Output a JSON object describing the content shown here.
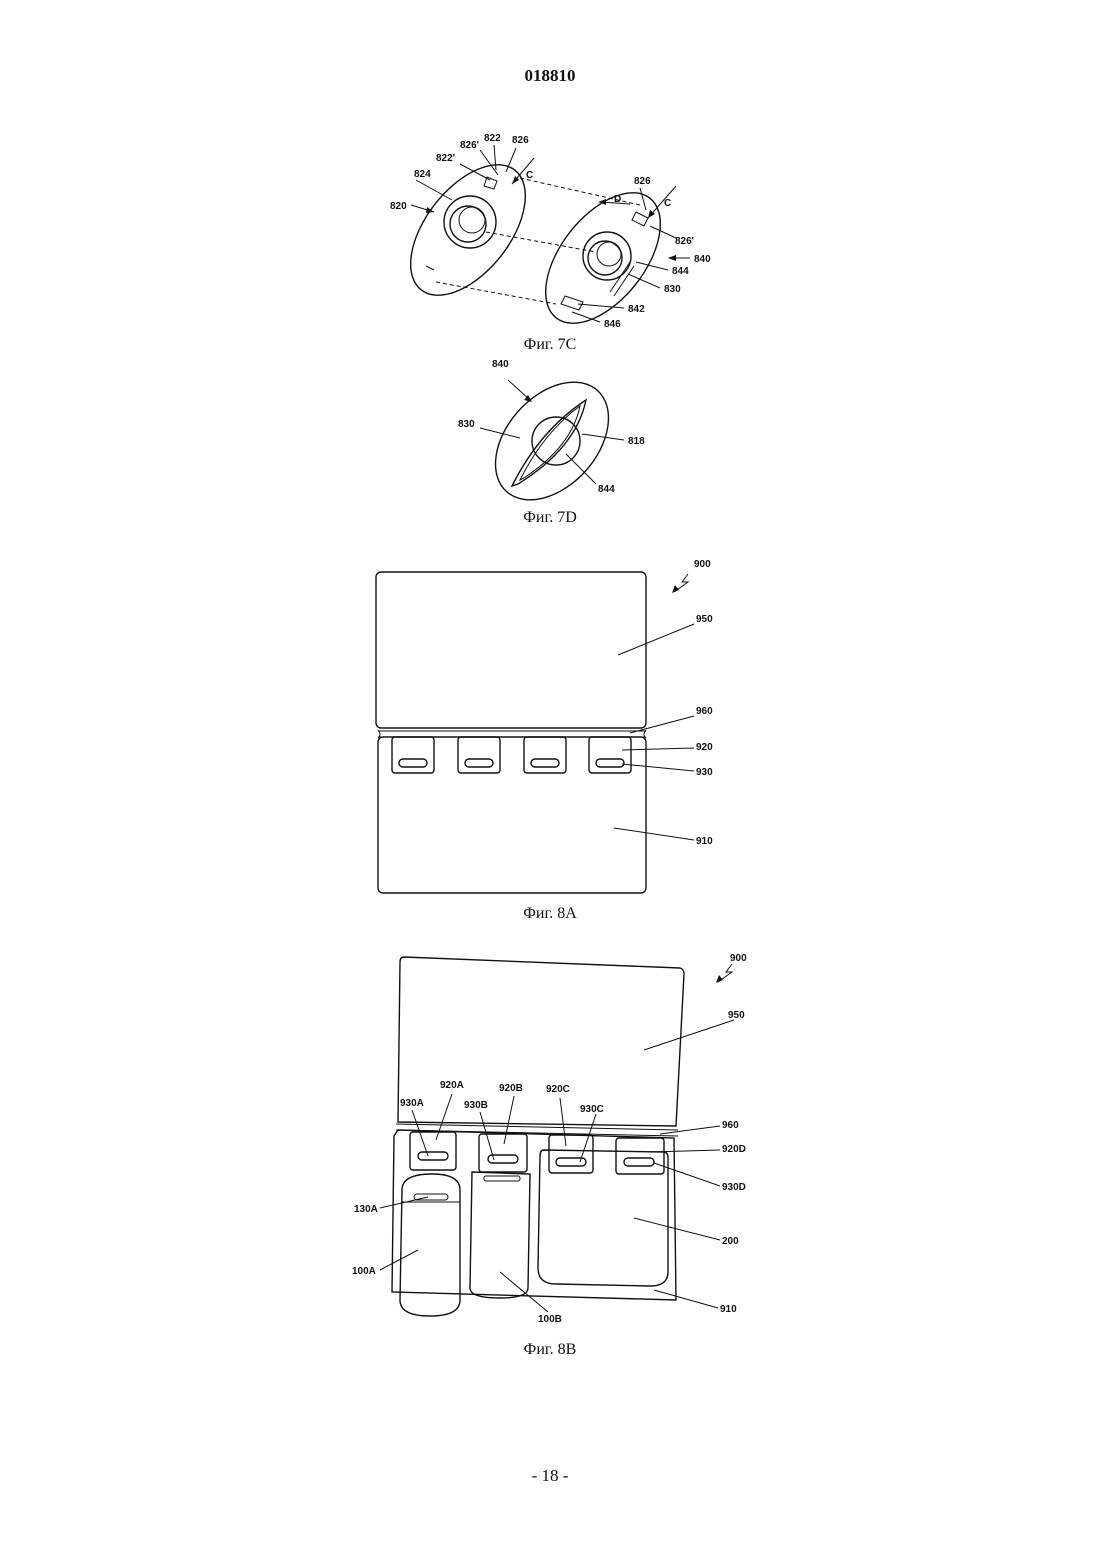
{
  "document": {
    "patent_number": "018810",
    "page_footer": "- 18 -"
  },
  "figures": {
    "fig7c": {
      "caption": "Фиг. 7C",
      "labels": {
        "l820": "820",
        "l824": "824",
        "l822p": "822'",
        "l826p": "826'",
        "l822": "822",
        "l826": "826",
        "lC": "C",
        "l826b": "826",
        "lD": "D",
        "lC2": "C",
        "l826pb": "826'",
        "l840": "840",
        "l844": "844",
        "l830": "830",
        "l842": "842",
        "l846": "846"
      }
    },
    "fig7d": {
      "caption": "Фиг. 7D",
      "labels": {
        "l840": "840",
        "l830": "830",
        "l818": "818",
        "l844": "844"
      }
    },
    "fig8a": {
      "caption": "Фиг. 8A",
      "labels": {
        "l900": "900",
        "l950": "950",
        "l960": "960",
        "l920": "920",
        "l930": "930",
        "l910": "910"
      }
    },
    "fig8b": {
      "caption": "Фиг. 8B",
      "labels": {
        "l900": "900",
        "l950": "950",
        "l920A": "920A",
        "l920B": "920B",
        "l920C": "920C",
        "l930A": "930A",
        "l930B": "930B",
        "l930C": "930C",
        "l960": "960",
        "l920D": "920D",
        "l930D": "930D",
        "l130A": "130A",
        "l200": "200",
        "l100A": "100A",
        "l100B": "100B",
        "l910": "910"
      }
    }
  }
}
